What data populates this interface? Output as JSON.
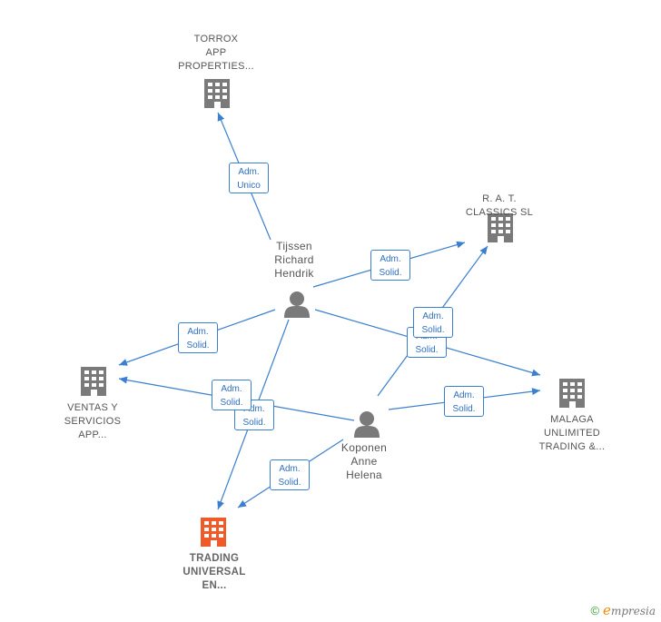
{
  "nodes": {
    "torrox": {
      "type": "company",
      "label": "TORROX\nAPP\nPROPERTIES...",
      "focus": false
    },
    "rat": {
      "type": "company",
      "label": "R.  A.  T.\nCLASSICS  SL",
      "focus": false
    },
    "ventas": {
      "type": "company",
      "label": "VENTAS Y\nSERVICIOS\nAPP...",
      "focus": false
    },
    "malaga": {
      "type": "company",
      "label": "MALAGA\nUNLIMITED\nTRADING &...",
      "focus": false
    },
    "trading": {
      "type": "company",
      "label": "TRADING\nUNIVERSAL\nEN...",
      "focus": true
    },
    "tijssen": {
      "type": "person",
      "label": "Tijssen\nRichard\nHendrik"
    },
    "koponen": {
      "type": "person",
      "label": "Koponen\nAnne\nHelena"
    }
  },
  "edges": [
    {
      "from": "tijssen",
      "to": "torrox",
      "role": [
        "Adm.",
        "Unico"
      ]
    },
    {
      "from": "tijssen",
      "to": "rat",
      "role": [
        "Adm.",
        "Solid."
      ]
    },
    {
      "from": "tijssen",
      "to": "ventas",
      "role": [
        "Adm.",
        "Solid."
      ]
    },
    {
      "from": "tijssen",
      "to": "malaga",
      "role": [
        "Adm.",
        "Solid."
      ]
    },
    {
      "from": "tijssen",
      "to": "trading",
      "role": [
        "Adm.",
        "Solid."
      ]
    },
    {
      "from": "koponen",
      "to": "rat",
      "role": [
        "Adm.",
        "Solid."
      ]
    },
    {
      "from": "koponen",
      "to": "ventas",
      "role": [
        "Adm.",
        "Solid."
      ]
    },
    {
      "from": "koponen",
      "to": "malaga",
      "role": [
        "Adm.",
        "Solid."
      ]
    },
    {
      "from": "koponen",
      "to": "trading",
      "role": [
        "Adm.",
        "Solid."
      ]
    }
  ],
  "colors": {
    "edge": "#3a7fd0",
    "company": "#7a7a7a",
    "company_focus": "#f05a28",
    "person": "#7a7a7a"
  },
  "footer": {
    "copyright": "©",
    "brand_initial": "e",
    "brand_rest": "mpresia"
  }
}
